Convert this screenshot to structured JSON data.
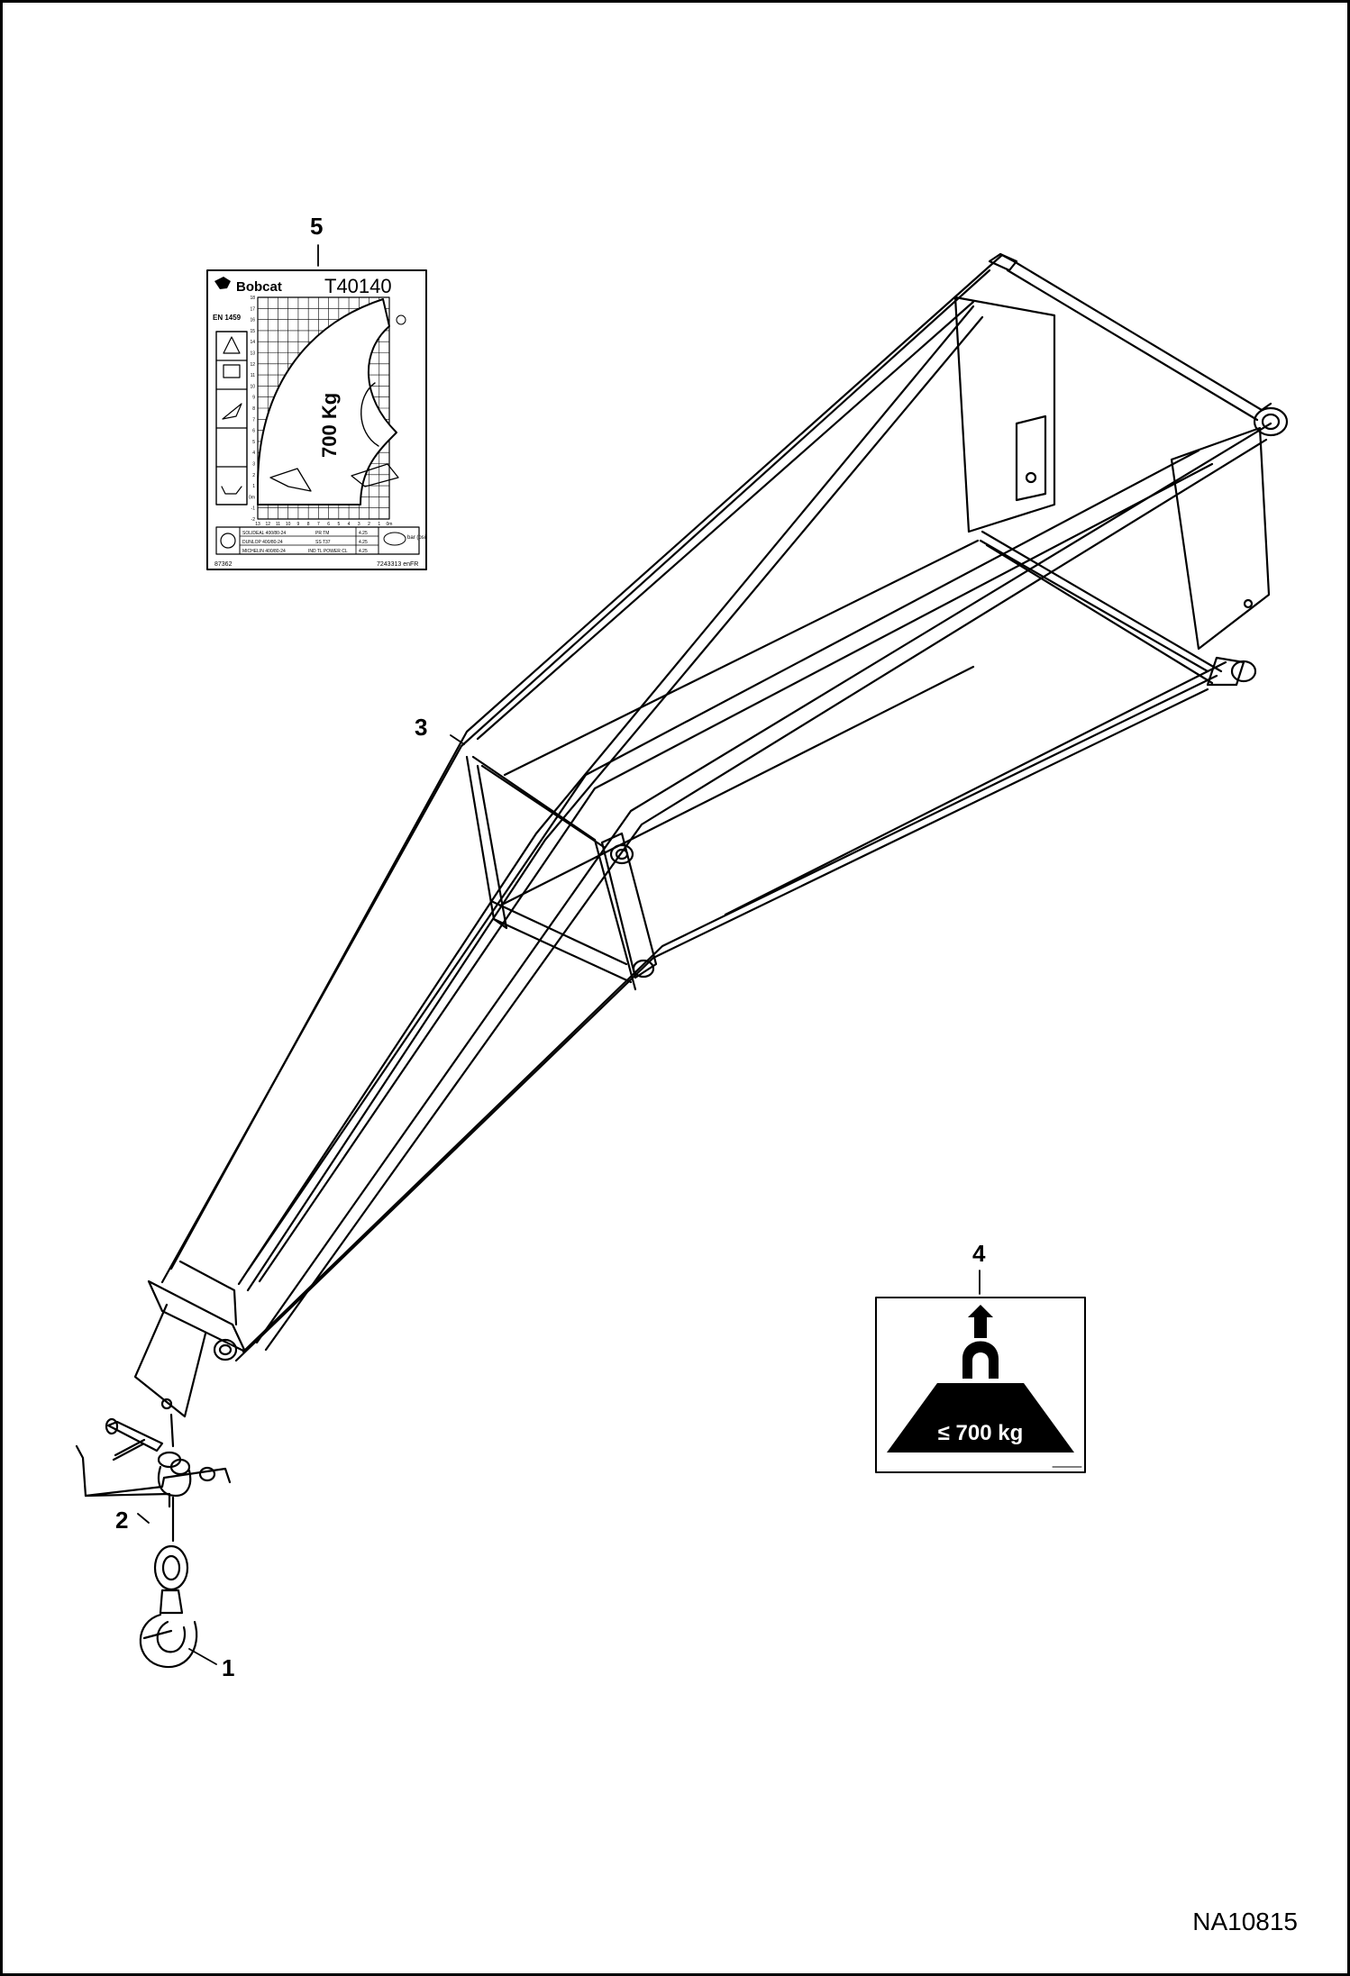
{
  "callouts": {
    "c1": "1",
    "c2": "2",
    "c3": "3",
    "c4": "4",
    "c5": "5"
  },
  "load_chart_decal": {
    "brand": "Bobcat",
    "model": "T40140",
    "standard": "EN 1459",
    "capacity": "700 Kg",
    "part_number": "87362",
    "code": "7243313 enFR",
    "pressure_unit": "bar (psi)",
    "y_ticks": [
      "18",
      "17",
      "16",
      "15",
      "14",
      "13",
      "12",
      "11",
      "10",
      "9",
      "8",
      "7",
      "6",
      "5",
      "4",
      "3",
      "2",
      "1",
      "0m",
      "-1",
      "-2"
    ],
    "x_ticks": [
      "13",
      "12",
      "11",
      "10",
      "9",
      "8",
      "7",
      "6",
      "5",
      "4",
      "3",
      "2",
      "1",
      "0m"
    ],
    "tires": [
      {
        "name": "SOLIDEAL 400/80-24",
        "spec": "PR TM",
        "pressure": "4.25"
      },
      {
        "name": "DUNLOP 400/80-24",
        "spec": "SS T37",
        "pressure": "4.25"
      },
      {
        "name": "MICHELIN 400/80-24",
        "spec": "IND TL POWER CL",
        "pressure": "4.25"
      }
    ]
  },
  "capacity_decal": {
    "label": "≤ 700 kg"
  },
  "figure_id": "NA10815",
  "colors": {
    "line": "#000000",
    "background": "#ffffff",
    "decal_fill": "#000000"
  }
}
